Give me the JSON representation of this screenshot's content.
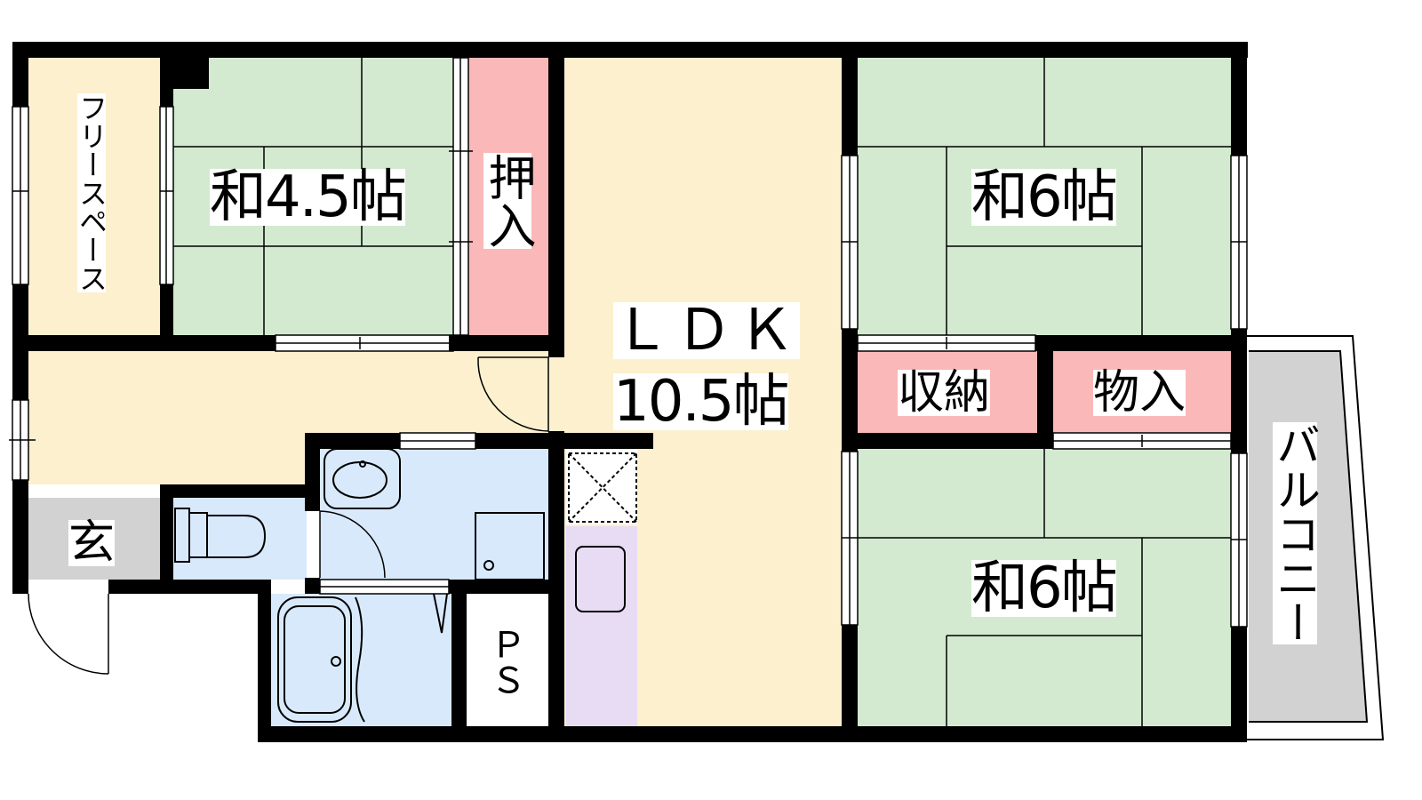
{
  "rooms": {
    "free_space": "フリースペース",
    "washitsu_45": "和4.5帖",
    "oshiire": "押入",
    "ldk_name": "ＬＤＫ",
    "ldk_size": "10.5帖",
    "washitsu_6_upper": "和6帖",
    "washitsu_6_lower": "和6帖",
    "shuno": "収納",
    "monoire": "物入",
    "balcony": "バルコニー",
    "genkan": "玄",
    "ps": "ＰＳ"
  },
  "colors": {
    "wall": "#000000",
    "tatami": "#d3ead0",
    "flooring": "#fcf0cf",
    "storage": "#fbb8b8",
    "water": "#d8e9fb",
    "kitchen": "#e8dcf5",
    "entrance": "#d2d2d2",
    "balcony": "#d2d2d2"
  }
}
